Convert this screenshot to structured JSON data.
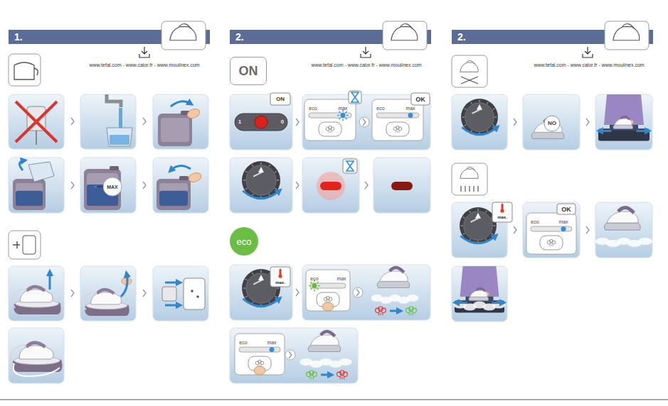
{
  "diagram": {
    "nodes": [
      {
        "text": [
          "1."
        ]
      },
      {
        "text": [
          "2."
        ]
      },
      {
        "text": [
          "2."
        ]
      },
      {
        "text": [
          "ON"
        ]
      },
      {
        "text": [
          "eco"
        ]
      }
    ],
    "labels": [
      "www.tefal.com - www.calor.fr - www.moulinex.com",
      "MAX",
      "www.tefal.com - www.calor.fr - www.moulinex.com",
      "ON",
      "1",
      "0",
      "eco",
      "max",
      "OK",
      "eco",
      "max",
      "max.",
      "eco",
      "max",
      "eco",
      "max",
      "www.tefal.com - www.calor.fr - www.moulinex.com",
      "NO",
      "max.",
      "OK",
      "eco",
      "max"
    ]
  }
}
